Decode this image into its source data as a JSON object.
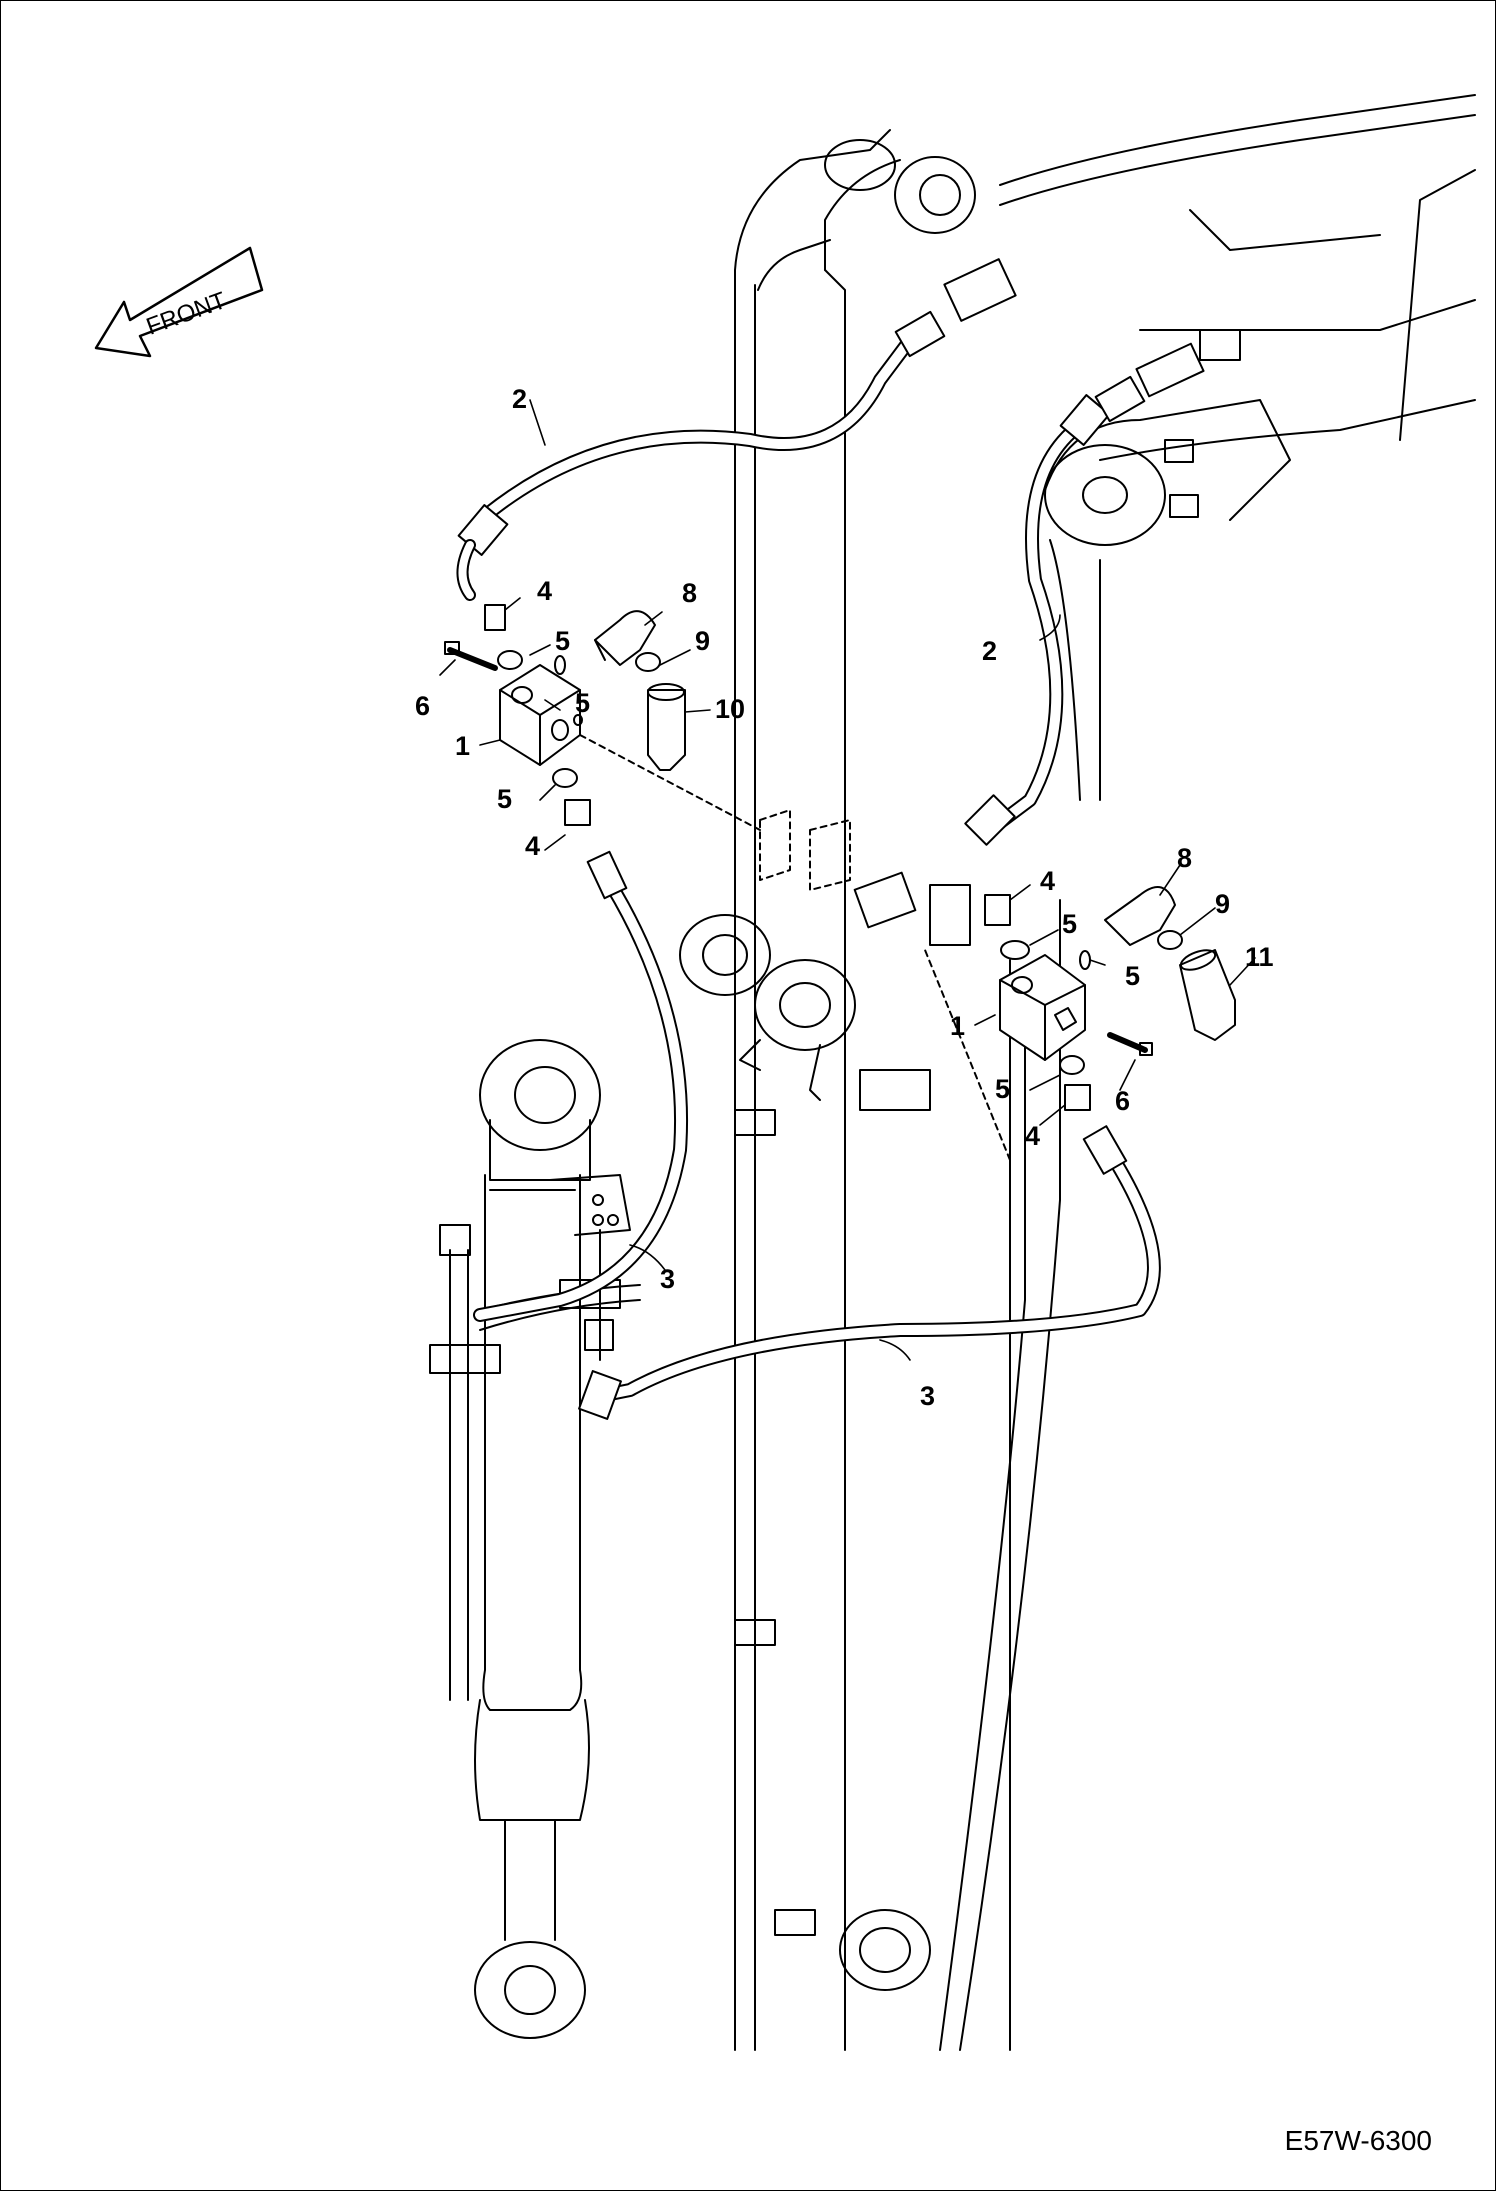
{
  "drawing": {
    "direction_label": "FRONT",
    "drawing_code": "E57W-6300",
    "callouts": [
      "1",
      "2",
      "3",
      "4",
      "5",
      "6",
      "8",
      "9",
      "10",
      "11"
    ]
  }
}
